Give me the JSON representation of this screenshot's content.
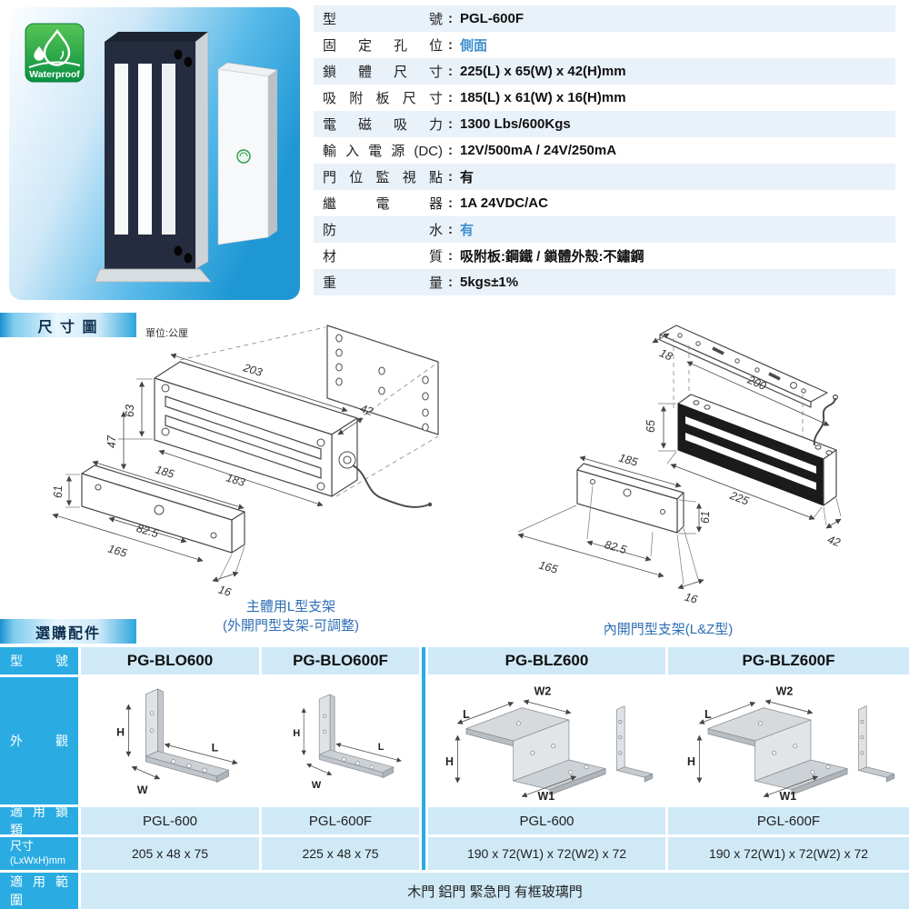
{
  "photo": {
    "badge_label": "Waterproof"
  },
  "specs": {
    "colon": ":",
    "rows": [
      {
        "label": "型 號",
        "value": "PGL-600F"
      },
      {
        "label": "固 定 孔 位",
        "value": "側面"
      },
      {
        "label": "鎖 體 尺 寸",
        "value": "225(L) x 65(W) x 42(H)mm"
      },
      {
        "label": "吸 附 板 尺 寸",
        "value": "185(L) x 61(W) x 16(H)mm"
      },
      {
        "label": "電 磁 吸 力",
        "value": "1300 Lbs/600Kgs"
      },
      {
        "label": "輸 入 電 源 (DC)",
        "value": "12V/500mA / 24V/250mA"
      },
      {
        "label": "門 位 監 視 點",
        "value": "有"
      },
      {
        "label": "繼 電 器",
        "value": "1A 24VDC/AC"
      },
      {
        "label": "防 水",
        "value": "有"
      },
      {
        "label": "材 質",
        "value": "吸附板:鋼鐵 / 鎖體外殼:不鏽鋼"
      },
      {
        "label": "重 量",
        "value": "5kgs±1%"
      }
    ]
  },
  "dimension_section": {
    "title": "尺 寸 圖",
    "unit": "單位:公厘"
  },
  "dims": {
    "left": {
      "l203": "203",
      "l63": "63",
      "l47": "47",
      "l42": "42",
      "l183": "183",
      "l185": "185",
      "l61": "61",
      "l82": "82.5",
      "l165": "165",
      "l16": "16"
    },
    "right": {
      "r18": "18",
      "r200": "200",
      "r65": "65",
      "r225": "225",
      "r42": "42",
      "r185": "185",
      "r61": "61",
      "r82": "82.5",
      "r165": "165",
      "r16": "16"
    }
  },
  "captions": {
    "left_line1": "主體用L型支架",
    "left_line2": "(外開門型支架-可調整)",
    "right": "內開門型支架(L&Z型)"
  },
  "accessories": {
    "section_title": "選購配件",
    "row_labels": {
      "model": "型 號",
      "appearance": "外 觀",
      "lock_type": "適 用 鎖 類",
      "size1": "尺寸",
      "size2": "(LxWxH)mm",
      "range": "適 用 範 圍"
    },
    "columns": [
      {
        "model": "PG-BLO600",
        "lock": "PGL-600",
        "size": "205 x 48 x 75"
      },
      {
        "model": "PG-BLO600F",
        "lock": "PGL-600F",
        "size": "225 x 48 x 75"
      },
      {
        "model": "PG-BLZ600",
        "lock": "PGL-600",
        "size": "190 x 72(W1) x 72(W2) x 72"
      },
      {
        "model": "PG-BLZ600F",
        "lock": "PGL-600F",
        "size": "190 x 72(W1) x 72(W2) x 72"
      }
    ],
    "range_value": "木門 鋁門 緊急門 有框玻璃門",
    "labels": {
      "h": "H",
      "w": "W",
      "l": "L",
      "w1": "W1",
      "w2": "W2"
    }
  }
}
